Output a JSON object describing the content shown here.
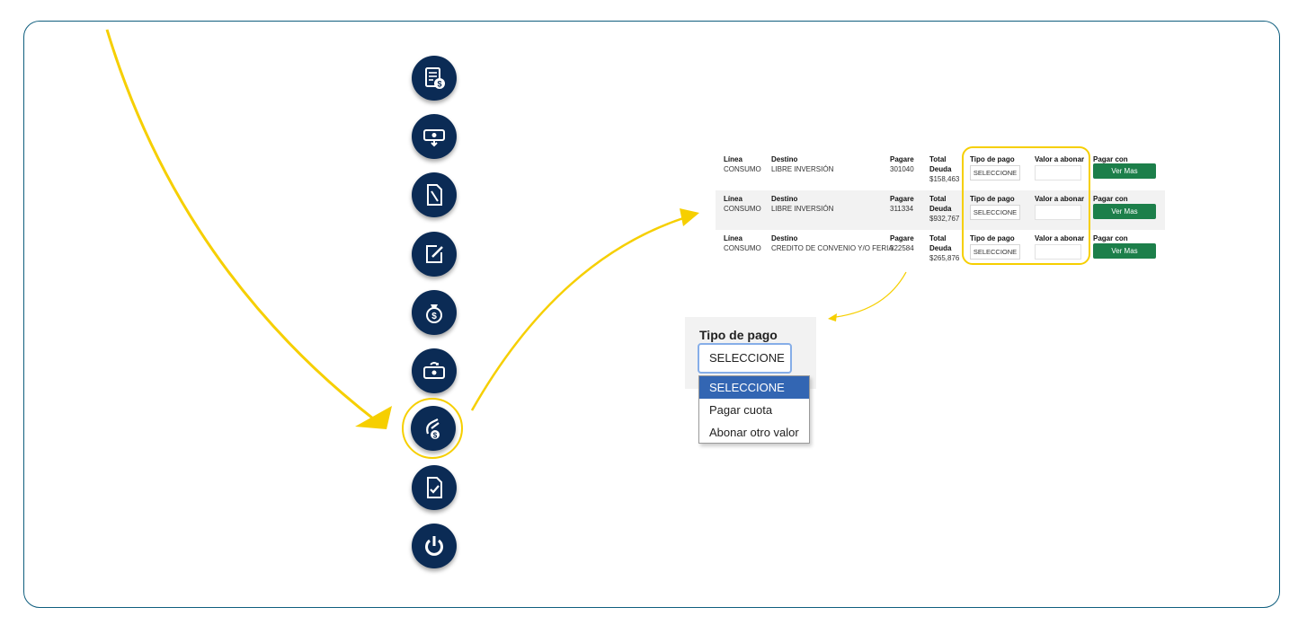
{
  "colors": {
    "icon_bg": "#0b2b55",
    "highlight": "#f6cf00",
    "frame": "#0f5e7e",
    "button_green": "#1c7f4a",
    "option_active": "#3366b3"
  },
  "sidebar_icons": [
    {
      "name": "invoice-dollar-icon"
    },
    {
      "name": "cash-withdraw-icon"
    },
    {
      "name": "document-pen-icon"
    },
    {
      "name": "edit-note-icon"
    },
    {
      "name": "money-bag-icon"
    },
    {
      "name": "cash-transfer-icon"
    },
    {
      "name": "hand-coin-icon",
      "highlighted": true
    },
    {
      "name": "document-check-icon"
    },
    {
      "name": "power-icon"
    }
  ],
  "table": {
    "headers": {
      "linea": "Línea",
      "destino": "Destino",
      "pagare": "Pagare",
      "total": "Total",
      "deuda": "Deuda",
      "tipo_pago": "Tipo de pago",
      "valor_abonar": "Valor a abonar",
      "pagar_con": "Pagar con"
    },
    "rows": [
      {
        "linea": "CONSUMO",
        "destino": "LIBRE INVERSIÓN",
        "pagare": "301040",
        "total": "$158,463",
        "tipo_pago": "SELECCIONE",
        "button": "Ver Mas"
      },
      {
        "linea": "CONSUMO",
        "destino": "LIBRE INVERSIÓN",
        "pagare": "311334",
        "total": "$932,767",
        "tipo_pago": "SELECCIONE",
        "button": "Ver Mas"
      },
      {
        "linea": "CONSUMO",
        "destino": "CREDITO DE CONVENIO Y/O FERIA",
        "pagare": "322584",
        "total": "$265,876",
        "tipo_pago": "SELECCIONE",
        "button": "Ver Mas"
      }
    ]
  },
  "zoom_panel": {
    "title": "Tipo de pago",
    "selected": "SELECCIONE",
    "options": [
      "SELECCIONE",
      "Pagar cuota",
      "Abonar otro valor"
    ]
  }
}
